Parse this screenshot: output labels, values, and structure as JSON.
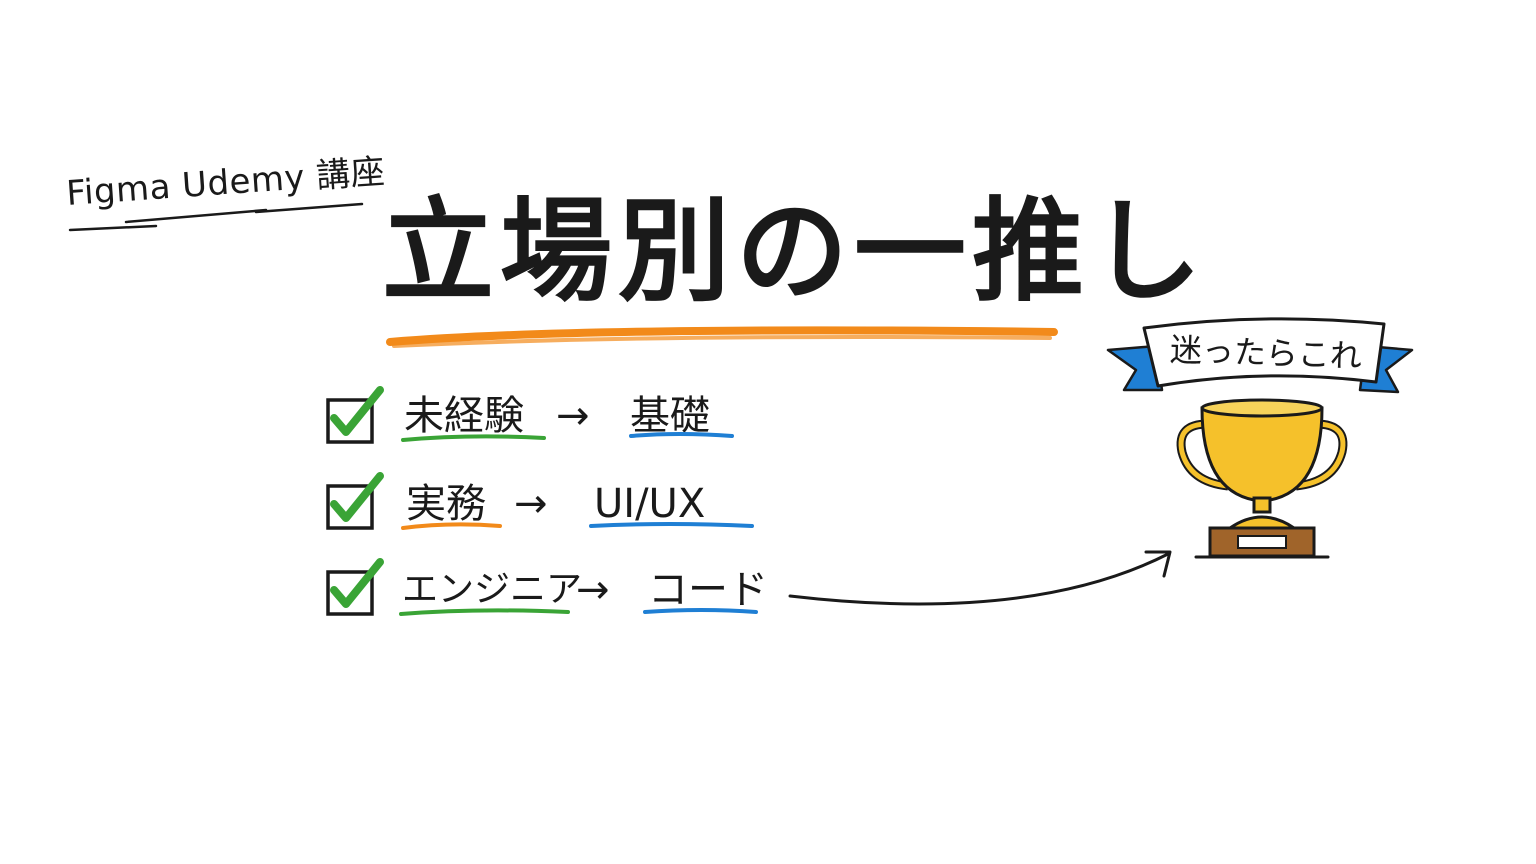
{
  "header": {
    "subtitle": "Figma Udemy 講座",
    "title": "立場別の一推し"
  },
  "items": [
    {
      "role": "未経験",
      "arrow": "→",
      "pick": "基礎"
    },
    {
      "role": "実務",
      "arrow": "→",
      "pick": "UI/UX"
    },
    {
      "role": "エンジニア",
      "arrow": "→",
      "pick": "コード"
    }
  ],
  "badge": {
    "label": "迷ったらこれ"
  },
  "colors": {
    "orange": "#f28a1a",
    "green": "#3aa436",
    "blue": "#1f7fd4",
    "ink": "#1a1a1a",
    "gold": "#f5c12b",
    "wood": "#a0642a"
  },
  "icons": [
    "checkbox-checked-icon",
    "trophy-icon",
    "ribbon-banner-icon",
    "curved-arrow-icon"
  ]
}
